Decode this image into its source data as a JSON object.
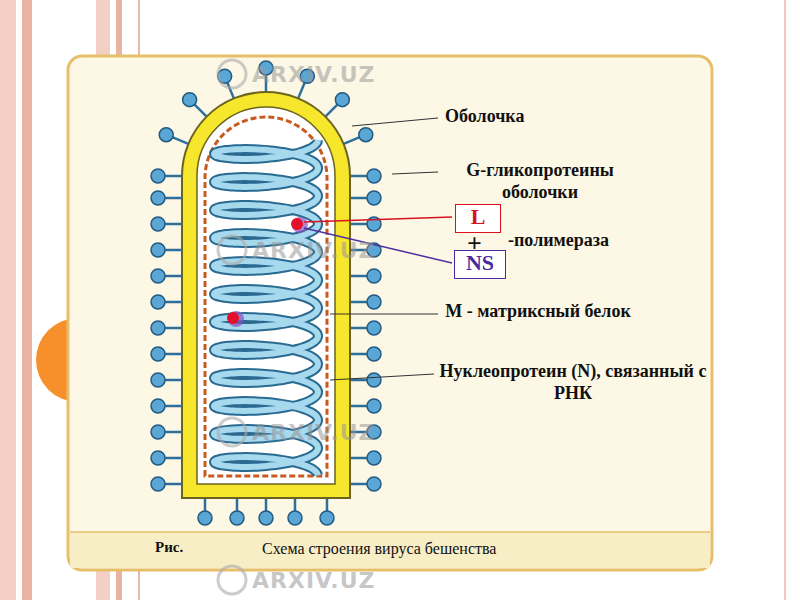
{
  "diagram": {
    "caption": "Схема строения вируса бешенства",
    "nodes": [
      {
        "text": [
          "L"
        ]
      },
      {
        "text": [
          "NS"
        ]
      }
    ],
    "labels": [
      "Оболочка",
      "G-гликопротеины оболочки",
      "+",
      "-полимераза",
      "M - матриксный белок",
      "Нуклеопротеин (N), связанный с РНК",
      "Рис.",
      "ARXIV.UZ",
      "ARXIV.UZ",
      "ARXIV.UZ",
      "ARXIV.UZ"
    ]
  }
}
